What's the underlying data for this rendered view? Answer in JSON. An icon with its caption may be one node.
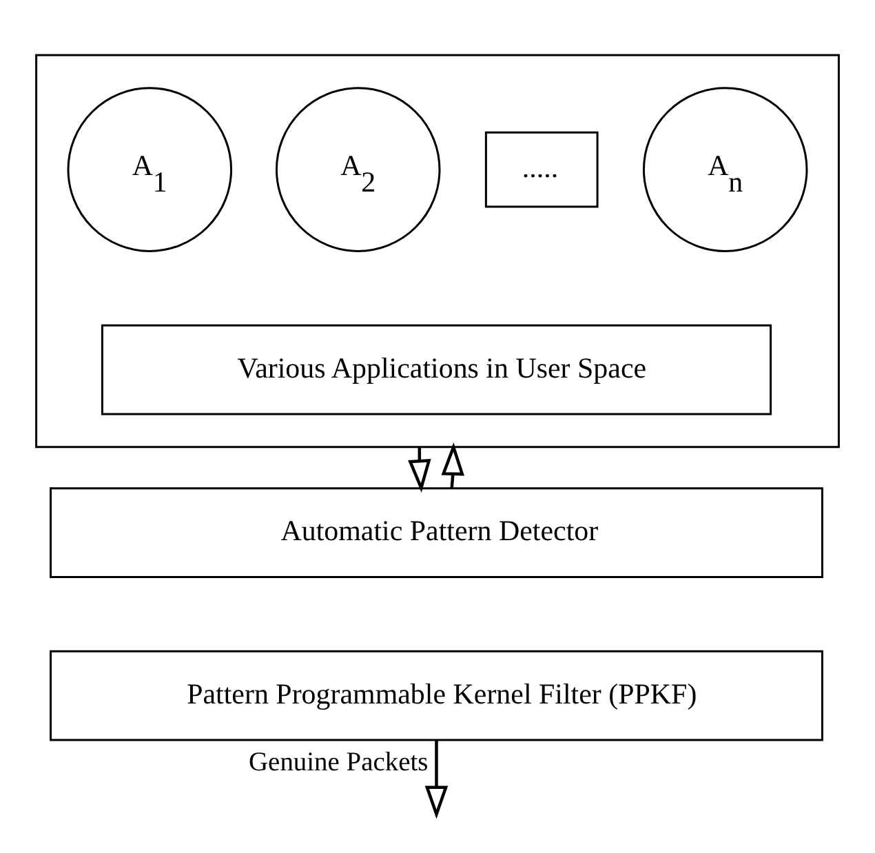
{
  "diagram": {
    "nodes": [
      {
        "text": [],
        "shape": "box"
      },
      {
        "text": [
          "A$_{1}$"
        ],
        "in": 0
      },
      {
        "text": [
          "A$_{2}$"
        ],
        "in": 0
      },
      {
        "text": [
          "....."
        ],
        "in": 0
      },
      {
        "text": [
          "A$_{n}$"
        ],
        "in": 0
      },
      {
        "text": [
          "Various Applications in User Space"
        ],
        "in": 0
      },
      {
        "text": [
          "Automatic Pattern Detector"
        ]
      },
      {
        "text": [
          "Pattern Programmable Kernel Filter (PPKF)"
        ]
      }
    ],
    "edges": [
      {
        "from": 0,
        "to": 6,
        "arrow": "to"
      },
      {
        "from": 6,
        "to": 0,
        "arrow": "to"
      },
      {
        "from": 7,
        "to": null,
        "arrow": "to",
        "label": "Genuine Packets"
      }
    ]
  }
}
